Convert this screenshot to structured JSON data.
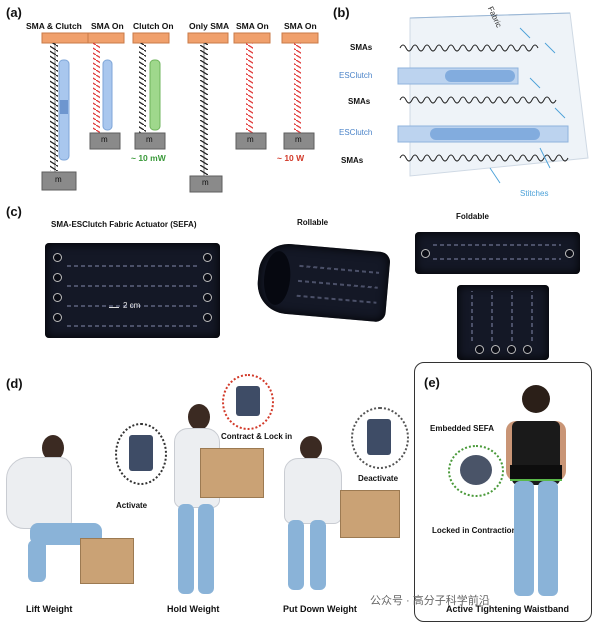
{
  "panels": {
    "a": {
      "letter": "(a)",
      "labels": [
        "SMA & Clutch",
        "SMA On",
        "Clutch On",
        "Only SMA",
        "SMA On",
        "SMA On"
      ],
      "weight_label": "m",
      "power_clutch": "~ 10 mW",
      "power_sma": "~ 10 W"
    },
    "b": {
      "letter": "(b)",
      "fabric_label": "Fabric",
      "layers": [
        "SMAs",
        "ESClutch",
        "SMAs",
        "ESClutch",
        "SMAs"
      ],
      "stitches_label": "Stitches"
    },
    "c": {
      "letter": "(c)",
      "title": "SMA-ESClutch Fabric Actuator (SEFA)",
      "scale": "2 cm",
      "rollable": "Rollable",
      "foldable": "Foldable"
    },
    "d": {
      "letter": "(d)",
      "activate": "Activate",
      "contract_lock": "Contract & Lock in",
      "deactivate": "Deactivate",
      "captions": [
        "Lift Weight",
        "Hold Weight",
        "Put Down Weight"
      ]
    },
    "e": {
      "letter": "(e)",
      "embedded": "Embedded SEFA",
      "locked": "Locked in Contraction",
      "caption": "Active Tightening Waistband"
    }
  },
  "watermark": "公众号 · 高分子科学前沿",
  "colors": {
    "clamp": "#f0a06c",
    "sma_spring_black": "#222222",
    "sma_spring_red": "#e03a3a",
    "clutch_blue": "#a9c7ee",
    "clutch_green": "#9fd88c",
    "power_green": "#3a9a3a",
    "power_red": "#d23a2a",
    "fabric_dark": "#141826",
    "accent_blue": "#4aa0d8"
  }
}
